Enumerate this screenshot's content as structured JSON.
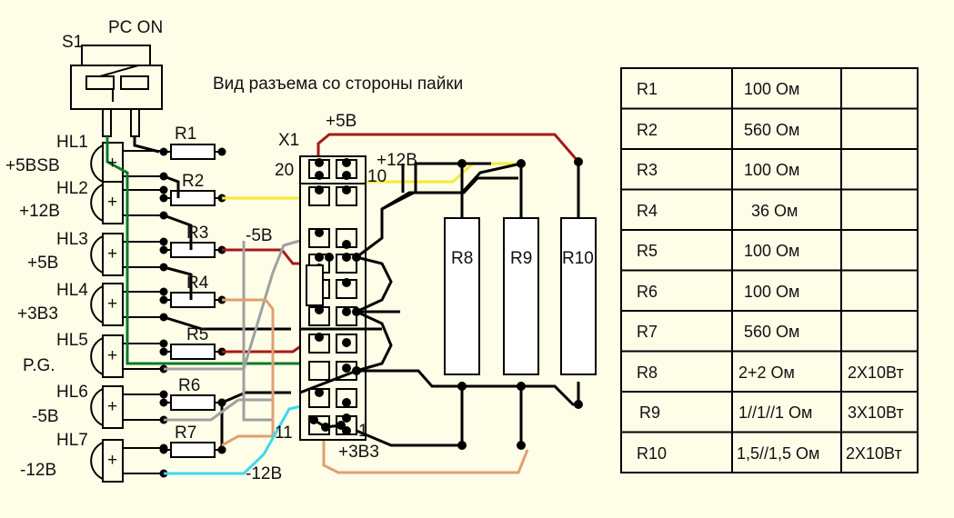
{
  "diagram": {
    "title": "Вид разъема со стороны пайки",
    "switch": {
      "ref": "S1",
      "label": "PC ON"
    },
    "connector": {
      "ref": "X1",
      "pin_labels": [
        "20",
        "10",
        "11",
        "1"
      ],
      "rail_labels": [
        "+5В",
        "+12В",
        "-5В",
        "-12В",
        "+3В3"
      ]
    },
    "leds": [
      {
        "ref": "HL1",
        "rail": "+5ВSB"
      },
      {
        "ref": "HL2",
        "rail": "+12В"
      },
      {
        "ref": "HL3",
        "rail": "+5В"
      },
      {
        "ref": "HL4",
        "rail": "+3В3"
      },
      {
        "ref": "HL5",
        "rail": "P.G."
      },
      {
        "ref": "HL6",
        "rail": "-5В"
      },
      {
        "ref": "HL7",
        "rail": "-12В"
      }
    ],
    "small_resistors": [
      "R1",
      "R2",
      "R3",
      "R4",
      "R5",
      "R6",
      "R7"
    ],
    "load_resistors": [
      "R8",
      "R9",
      "R10"
    ],
    "led_plus_sign": "+"
  },
  "table": {
    "columns": 3,
    "rows": [
      {
        "ref": "R1",
        "value": "100 Ом",
        "power": ""
      },
      {
        "ref": "R2",
        "value": "560 Ом",
        "power": ""
      },
      {
        "ref": "R3",
        "value": "100 Ом",
        "power": ""
      },
      {
        "ref": "R4",
        "value": "36 Ом",
        "power": ""
      },
      {
        "ref": "R5",
        "value": "100 Ом",
        "power": ""
      },
      {
        "ref": "R6",
        "value": "100 Ом",
        "power": ""
      },
      {
        "ref": "R7",
        "value": "560 Ом",
        "power": ""
      },
      {
        "ref": "R8",
        "value": "2+2 Ом",
        "power": "2Х10Вт"
      },
      {
        "ref": "R9",
        "value": "1//1//1 Ом",
        "power": "3Х10Вт"
      },
      {
        "ref": "R10",
        "value": "1,5//1,5 Ом",
        "power": "2Х10Вт"
      }
    ]
  },
  "colors": {
    "background": "#fdfde8",
    "wire_black": "#000000",
    "wire_red": "#a81818",
    "wire_yellow": "#f5ec32",
    "wire_green": "#0a7a28",
    "wire_gray": "#a0a0a0",
    "wire_orange": "#dfa070",
    "wire_cyan": "#3fd8f0"
  }
}
